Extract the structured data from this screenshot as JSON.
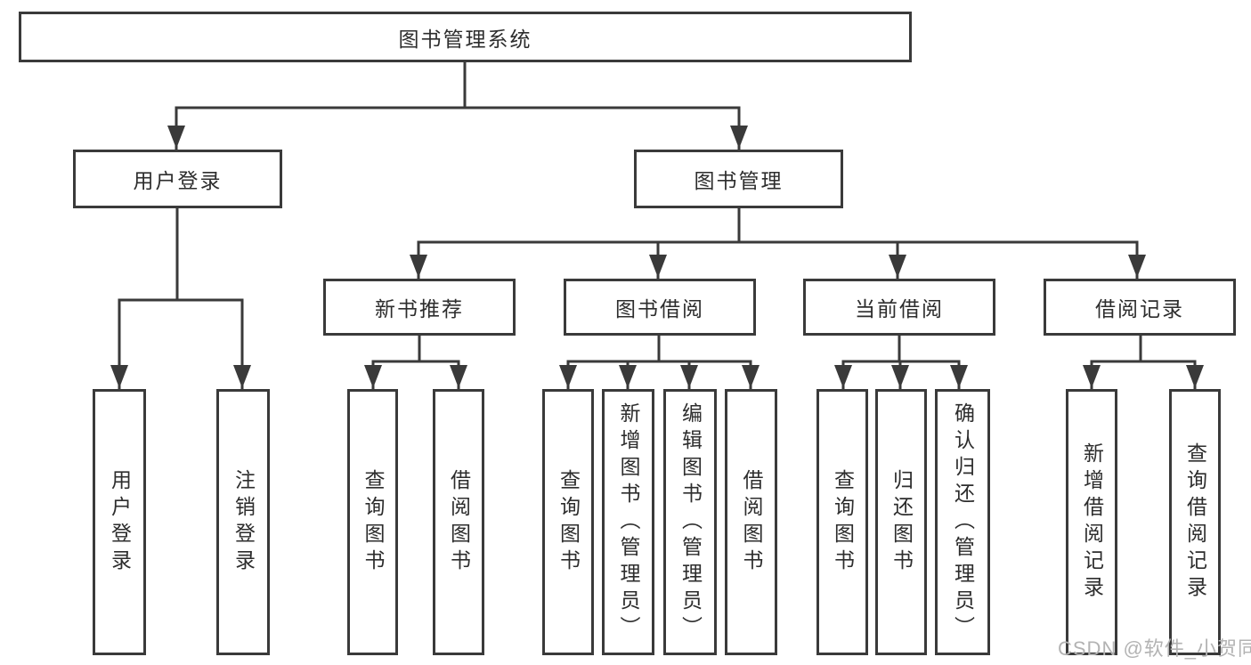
{
  "colors": {
    "line": "#3a3a3a",
    "text": "#2d2d2d",
    "watermark": "#b3b3b3",
    "background": "#ffffff"
  },
  "watermark": "CSDN @软件_小贺同学",
  "tree": {
    "root": "图书管理系统",
    "branches": [
      {
        "label": "用户登录",
        "leaves": [
          "用户登录",
          "注销登录"
        ]
      },
      {
        "label": "图书管理",
        "groups": [
          {
            "label": "新书推荐",
            "leaves": [
              "查询图书",
              "借阅图书"
            ]
          },
          {
            "label": "图书借阅",
            "leaves": [
              "查询图书",
              "新增图书（管理员）",
              "编辑图书（管理员）",
              "借阅图书"
            ]
          },
          {
            "label": "当前借阅",
            "leaves": [
              "查询图书",
              "归还图书",
              "确认归还（管理员）"
            ]
          },
          {
            "label": "借阅记录",
            "leaves": [
              "新增借阅记录",
              "查询借阅记录"
            ]
          }
        ]
      }
    ]
  }
}
